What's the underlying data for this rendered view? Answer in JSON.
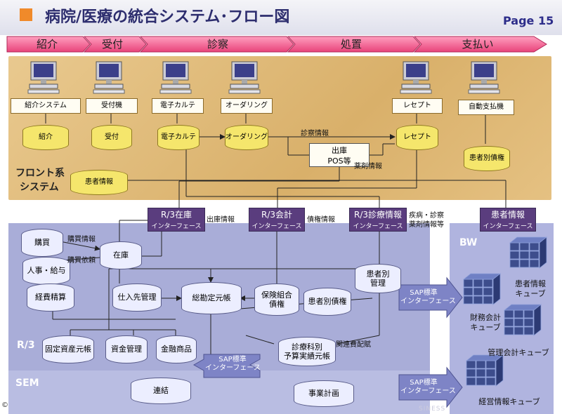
{
  "header": {
    "title": "病院/医療の統合システム･フロー図",
    "page": "Page  15"
  },
  "process_stages": [
    "紹介",
    "受付",
    "診察",
    "処置",
    "支払い"
  ],
  "front": {
    "label_line1": "フロント系",
    "label_line2": "システム",
    "pc_systems": [
      "紹介システム",
      "受付機",
      "電子カルテ",
      "オーダリング",
      "レセプト",
      "自動支払機"
    ],
    "databases": [
      "紹介",
      "受付",
      "電子カルテ",
      "オーダリング",
      "レセプト",
      "患者別債権"
    ],
    "patient_info_db": "患者情報",
    "pos_line1": "出庫",
    "pos_line2": "POS等",
    "flow_labels": {
      "diagnosis": "診察情報",
      "prescription": "薬剤情報"
    }
  },
  "interfaces": [
    {
      "title": "R/3在庫",
      "sub": "インターフェース"
    },
    {
      "title": "R/3会計",
      "sub": "インターフェース"
    },
    {
      "title": "R/3診療情報",
      "sub": "インターフェース"
    },
    {
      "title": "患者情報",
      "sub": "インターフェース"
    }
  ],
  "interface_labels": {
    "shipment": "出庫情報",
    "bond": "債権情報",
    "disease_line1": "疾病・診察",
    "disease_line2": "薬剤情報等"
  },
  "r3": {
    "label": "R/3",
    "purchase": "購買",
    "hr": "人事・給与",
    "expense": "経費精算",
    "inventory": "在庫",
    "supplier": "仕入先管理",
    "gl": "総勘定元帳",
    "insurance_line1": "保険組合",
    "insurance_line2": "債権",
    "patient_bond": "患者別債権",
    "patient_mgmt_line1": "患者別",
    "patient_mgmt_line2": "管理",
    "fixed_assets": "固定資産元帳",
    "funds": "資金管理",
    "financial": "金融商品",
    "dept_budget_line1": "診療科別",
    "dept_budget_line2": "予算実績元帳",
    "purchase_info": "購買情報",
    "purchase_request": "購買依頼",
    "related_cost": "関連費配賦"
  },
  "sap_if": {
    "line1": "SAP標準",
    "line2": "インターフェース"
  },
  "sem": {
    "label": "SEM",
    "consolidation": "連結",
    "business_plan": "事業計画"
  },
  "bw": {
    "label": "BW",
    "cubes": [
      {
        "line1": "患者情報",
        "line2": "キューブ"
      },
      {
        "line1": "財務会計",
        "line2": "キューブ"
      },
      {
        "line1": "管理会計キューブ",
        "line2": ""
      },
      {
        "line1": "経営情報キューブ",
        "line2": ""
      }
    ]
  },
  "copyright": "©",
  "watermark": "SINESS",
  "colors": {
    "title": "#2d2d6e",
    "accent": "#f08a2a",
    "interface": "#5a3d7e",
    "db_yellow": "#f5e66c",
    "arrow": "#e8437a"
  }
}
